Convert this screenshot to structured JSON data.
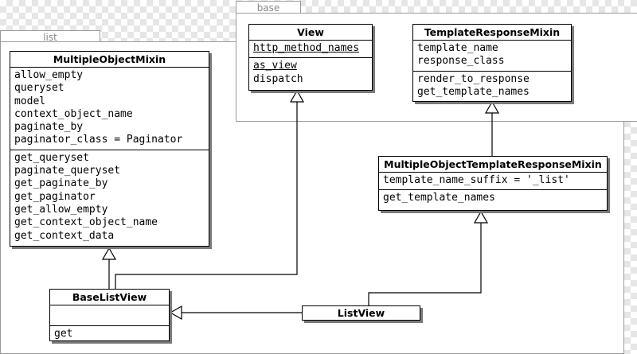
{
  "packages": {
    "base": "base",
    "list": "list"
  },
  "classes": {
    "multiple_object_mixin": {
      "name": "MultipleObjectMixin",
      "attributes": [
        "allow_empty",
        "queryset",
        "model",
        "context_object_name",
        "paginate_by",
        "paginator_class = Paginator"
      ],
      "methods": [
        "get_queryset",
        "paginate_queryset",
        "get_paginate_by",
        "get_paginator",
        "get_allow_empty",
        "get_context_object_name",
        "get_context_data"
      ]
    },
    "view": {
      "name": "View",
      "attributes": [
        "http_method_names"
      ],
      "methods": [
        "as_view",
        "dispatch"
      ]
    },
    "template_response_mixin": {
      "name": "TemplateResponseMixin",
      "attributes": [
        "template_name",
        "response_class"
      ],
      "methods": [
        "render_to_response",
        "get_template_names"
      ]
    },
    "multiple_object_template_response_mixin": {
      "name": "MultipleObjectTemplateResponseMixin",
      "attributes": [
        "template_name_suffix = '_list'"
      ],
      "methods": [
        "get_template_names"
      ]
    },
    "base_list_view": {
      "name": "BaseListView",
      "attributes": [],
      "methods": [
        "get"
      ]
    },
    "list_view": {
      "name": "ListView"
    }
  }
}
